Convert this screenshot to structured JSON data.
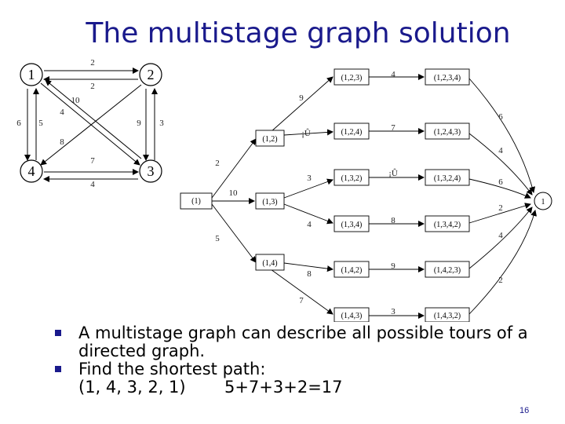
{
  "title": "The multistage graph solution",
  "small_graph": {
    "nodes": [
      "1",
      "2",
      "3",
      "4"
    ],
    "edge_labels": {
      "e12": "2",
      "e21": "2",
      "e13": "10",
      "e31": "4",
      "e14": "5",
      "e41": "6",
      "e24": "8",
      "e23": "3",
      "e32": "9",
      "e34": "7",
      "e43": "4"
    }
  },
  "multistage": {
    "start": "(1)",
    "end": "1",
    "stage2": [
      "(1,2)",
      "(1,3)",
      "(1,4)"
    ],
    "stage3": [
      "(1,2,3)",
      "(1,2,4)",
      "(1,3,2)",
      "(1,3,4)",
      "(1,4,2)",
      "(1,4,3)"
    ],
    "stage4": [
      "(1,2,3,4)",
      "(1,2,4,3)",
      "(1,3,2,4)",
      "(1,3,4,2)",
      "(1,4,2,3)",
      "(1,4,3,2)"
    ],
    "weights": {
      "s_12": "2",
      "s_13": "10",
      "s_14": "5",
      "a_123": "9",
      "a_124": "¡Û",
      "a_132": "3",
      "a_134": "4",
      "a_142": "8",
      "a_143": "7",
      "b_1": "4",
      "b_2": "7",
      "b_3": "¡Û",
      "b_4": "8",
      "b_5": "9",
      "b_6": "3",
      "c_1": "6",
      "c_2": "4",
      "c_3": "6",
      "c_4": "2",
      "c_5": "4",
      "c_6": "2"
    }
  },
  "bullets": [
    "A multistage graph can describe all possible tours of a directed graph.",
    "Find the shortest path:"
  ],
  "path_text": "(1, 4, 3, 2, 1)",
  "sum_text": "5+7+3+2=17",
  "page_number": "16"
}
